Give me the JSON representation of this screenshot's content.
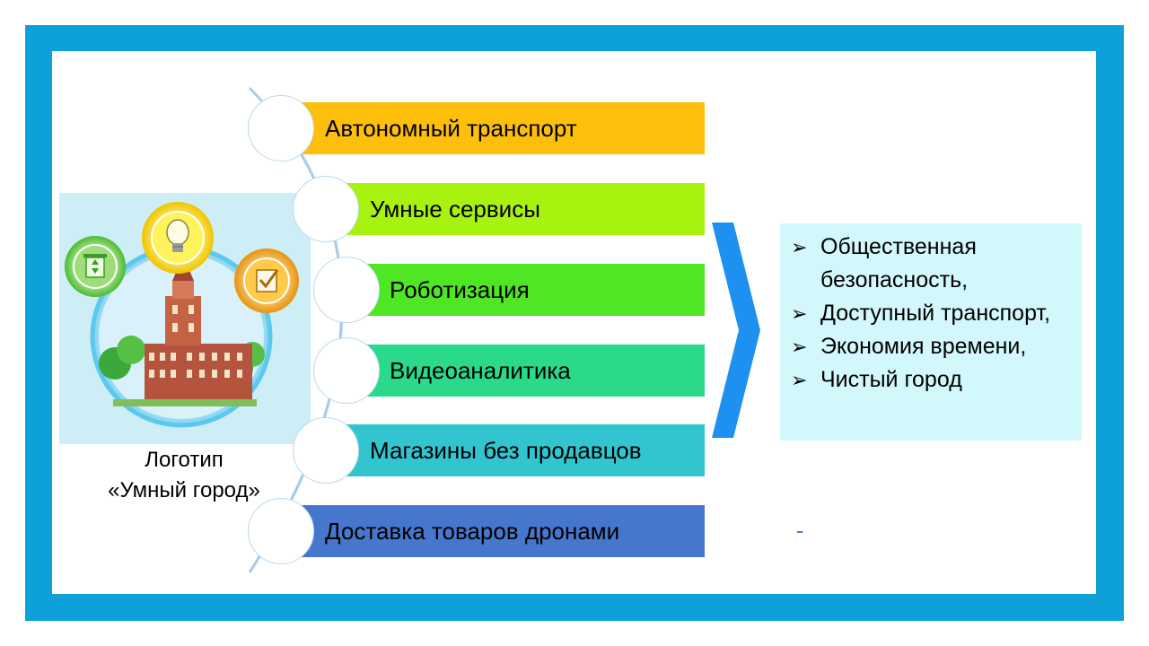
{
  "colors": {
    "frame": "#0ea0d8",
    "logo_background": "#cdeef7",
    "result_background": "#d3f8fb",
    "chevron": "#1e90f0"
  },
  "logo": {
    "caption_line1": "Логотип",
    "caption_line2": "«Умный город»",
    "icons": [
      "recycle-bin-icon",
      "light-bulb-icon",
      "checklist-icon",
      "city-building-icon"
    ]
  },
  "items": [
    {
      "label": "Автономный транспорт",
      "color": "#fdbf0b"
    },
    {
      "label": "Умные сервисы",
      "color": "#a8f20f"
    },
    {
      "label": "Роботизация",
      "color": "#4fe624"
    },
    {
      "label": "Видеоаналитика",
      "color": "#2ad98a"
    },
    {
      "label": "Магазины без продавцов",
      "color": "#32c5d0"
    },
    {
      "label": "Доставка товаров дронами",
      "color": "#4777cd"
    }
  ],
  "results": [
    {
      "text": "Общественная безопасность,"
    },
    {
      "text": "Доступный транспорт,"
    },
    {
      "text": "Экономия времени,"
    },
    {
      "text": "Чистый город"
    }
  ],
  "result_bullet": "➢"
}
